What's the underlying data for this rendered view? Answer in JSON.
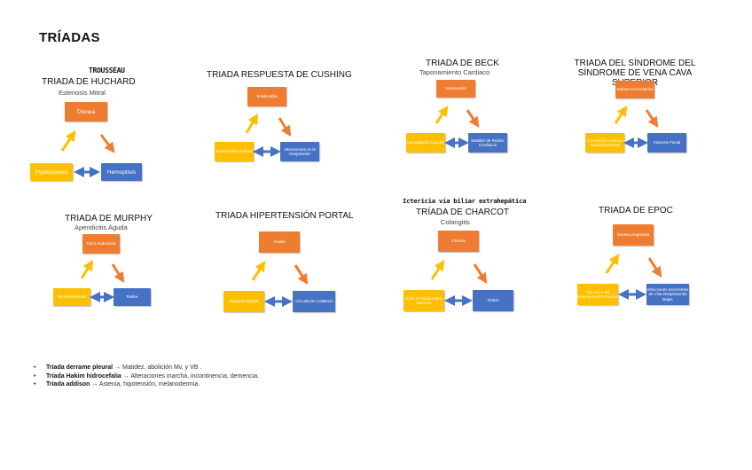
{
  "page_title": "TRÍADAS",
  "colors": {
    "orange": "#ee7d31",
    "yellow": "#fdbf00",
    "blue": "#4572c4"
  },
  "triads": [
    {
      "id": "huchard",
      "title": "TRIADA DE HUCHARD",
      "subtitle": "Estenosis Mitral",
      "handwritten": "TROUSSEAU",
      "top": "Disnea",
      "left": "Pspitaciones",
      "right": "Hemoptisis"
    },
    {
      "id": "cushing",
      "title": "TRIADA RESPUESTA DE CUSHING",
      "subtitle": "",
      "top": "Bradicardia",
      "left": "Hipertensión Arterial",
      "right": "Alteraciones en la Respiración"
    },
    {
      "id": "beck",
      "title": "TRIADA DE BECK",
      "subtitle": "Taponamiento Cardiaco",
      "top": "Hipotensión",
      "left": "Ingurgitación yugular",
      "right": "Matidez de Ruidos Cardiacos"
    },
    {
      "id": "vcs",
      "title": "TRIADA DEL SÍNDROME DEL SÍNDROME DE VENA CAVA SUPERIOR",
      "subtitle": "",
      "top": "Edema en Esclavina",
      "left": "Circulación Colateral Toracoabdominal",
      "right": "Cianosis Facial"
    },
    {
      "id": "murphy",
      "title": "TRIADA DE MURPHY",
      "subtitle": "Apendicitis Aguda",
      "top": "Dolor Abdominal",
      "left": "Náuseas/Vómito",
      "right": "Fiebre"
    },
    {
      "id": "portal",
      "title": "TRIADA HIPERTENSIÓN PORTAL",
      "subtitle": "",
      "top": "Ascitis",
      "left": "Esplenomegalia",
      "right": "Circulación Colateral"
    },
    {
      "id": "charcot",
      "title": "TRÍADA DE CHARCOT",
      "subtitle": "Colangitis",
      "handwritten": "Ictericia vía biliar extrahepática",
      "top": "Ictericia",
      "left": "Dolor en Hipocondrio Derecho",
      "right": "Fiebre"
    },
    {
      "id": "epoc",
      "title": "TRIADA DE EPOC",
      "subtitle": "",
      "top": "Disnea progresiva",
      "left": "Tos con o sin Expectoración Crónica",
      "right": "Infecciones recurrentes de Vías Respiratorias Bajas"
    }
  ],
  "notes": [
    {
      "bullet": "•",
      "bold": "Tríada derrame pleural",
      "text": "→ Matidez, abolición Mv, y VB ."
    },
    {
      "bullet": "•",
      "bold": "Tríada Hakim hidrocefalia",
      "text": "→ Alteraciones marcha, incontinencia, demencia."
    },
    {
      "bullet": "•",
      "bold": "Tríada addison",
      "text": "→ Astenia, hipotensión, melanodermia."
    }
  ]
}
